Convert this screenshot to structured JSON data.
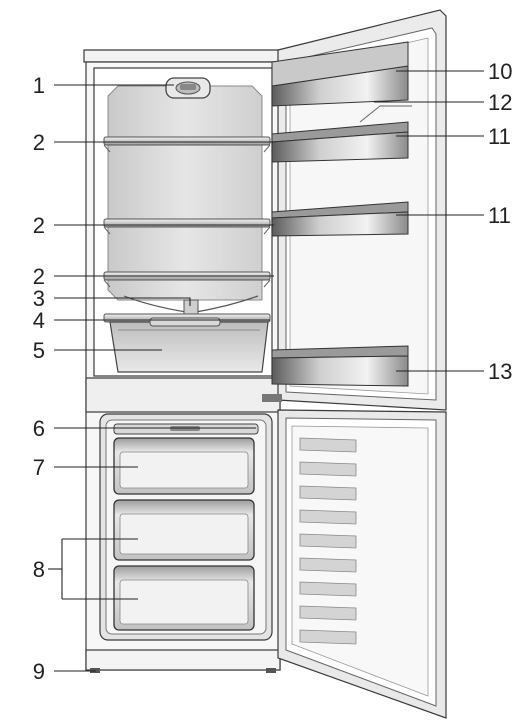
{
  "diagram": {
    "callouts": [
      {
        "id": "label-1",
        "text": "1"
      },
      {
        "id": "label-2a",
        "text": "2"
      },
      {
        "id": "label-2b",
        "text": "2"
      },
      {
        "id": "label-2c",
        "text": "2"
      },
      {
        "id": "label-3",
        "text": "3"
      },
      {
        "id": "label-4",
        "text": "4"
      },
      {
        "id": "label-5",
        "text": "5"
      },
      {
        "id": "label-6",
        "text": "6"
      },
      {
        "id": "label-7",
        "text": "7"
      },
      {
        "id": "label-8",
        "text": "8"
      },
      {
        "id": "label-9",
        "text": "9"
      },
      {
        "id": "label-10",
        "text": "10"
      },
      {
        "id": "label-12",
        "text": "12"
      },
      {
        "id": "label-11a",
        "text": "11"
      },
      {
        "id": "label-11b",
        "text": "11"
      },
      {
        "id": "label-13",
        "text": "13"
      }
    ]
  }
}
